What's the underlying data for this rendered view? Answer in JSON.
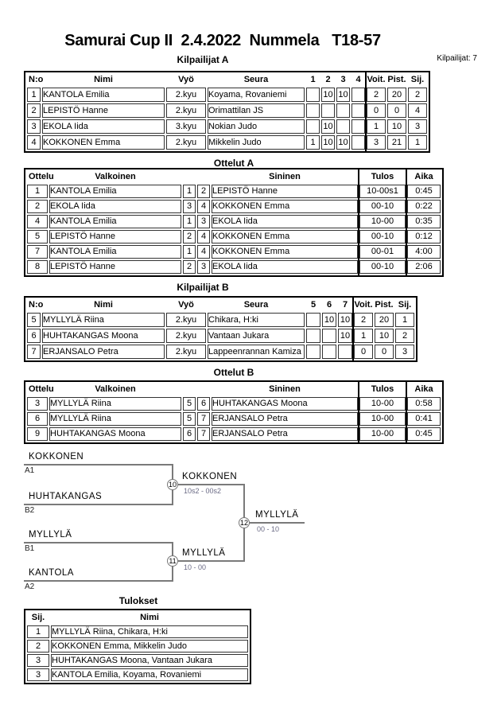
{
  "page": {
    "title": "Samurai Cup II  2.4.2022  Nummela   T18-57",
    "competitors_total": "Kilpailijat: 7"
  },
  "colors": {
    "text": "#000000",
    "bracket_line": "#7a7a7a",
    "bracket_score": "#6a6a85",
    "table_border": "#000000"
  },
  "kilpailijat_a": {
    "section_title": "Kilpailijat A",
    "headers": {
      "no": "N:o",
      "nimi": "Nimi",
      "vyo": "Vyö",
      "seura": "Seura",
      "c1": "1",
      "c2": "2",
      "c3": "3",
      "c4": "4",
      "voit": "Voit.",
      "pist": "Pist.",
      "sij": "Sij."
    },
    "rows": [
      {
        "no": "1",
        "nimi": "KANTOLA Emilia",
        "vyo": "2.kyu",
        "seura": "Koyama, Rovaniemi",
        "m1": "",
        "m2": "10",
        "m3": "10",
        "m4": "",
        "voit": "2",
        "pist": "20",
        "sij": "2"
      },
      {
        "no": "2",
        "nimi": "LEPISTÖ Hanne",
        "vyo": "2.kyu",
        "seura": "Orimattilan JS",
        "m1": "",
        "m2": "",
        "m3": "",
        "m4": "",
        "voit": "0",
        "pist": "0",
        "sij": "4"
      },
      {
        "no": "3",
        "nimi": "EKOLA Iida",
        "vyo": "3.kyu",
        "seura": "Nokian Judo",
        "m1": "",
        "m2": "10",
        "m3": "",
        "m4": "",
        "voit": "1",
        "pist": "10",
        "sij": "3"
      },
      {
        "no": "4",
        "nimi": "KOKKONEN Emma",
        "vyo": "2.kyu",
        "seura": "Mikkelin Judo",
        "m1": "1",
        "m2": "10",
        "m3": "10",
        "m4": "",
        "voit": "3",
        "pist": "21",
        "sij": "1"
      }
    ]
  },
  "ottelut_a": {
    "section_title": "Ottelut A",
    "headers": {
      "ottelu": "Ottelu",
      "valkoinen": "Valkoinen",
      "sininen": "Sininen",
      "tulos": "Tulos",
      "aika": "Aika"
    },
    "rows": [
      {
        "no": "1",
        "white": "KANTOLA Emilia",
        "wno": "1",
        "bno": "2",
        "blue": "LEPISTÖ Hanne",
        "tulos": "10-00s1",
        "aika": "0:45"
      },
      {
        "no": "2",
        "white": "EKOLA Iida",
        "wno": "3",
        "bno": "4",
        "blue": "KOKKONEN Emma",
        "tulos": "00-10",
        "aika": "0:22"
      },
      {
        "no": "4",
        "white": "KANTOLA Emilia",
        "wno": "1",
        "bno": "3",
        "blue": "EKOLA Iida",
        "tulos": "10-00",
        "aika": "0:35"
      },
      {
        "no": "5",
        "white": "LEPISTÖ Hanne",
        "wno": "2",
        "bno": "4",
        "blue": "KOKKONEN Emma",
        "tulos": "00-10",
        "aika": "0:12"
      },
      {
        "no": "7",
        "white": "KANTOLA Emilia",
        "wno": "1",
        "bno": "4",
        "blue": "KOKKONEN Emma",
        "tulos": "00-01",
        "aika": "4:00"
      },
      {
        "no": "8",
        "white": "LEPISTÖ Hanne",
        "wno": "2",
        "bno": "3",
        "blue": "EKOLA Iida",
        "tulos": "00-10",
        "aika": "2:06"
      }
    ]
  },
  "kilpailijat_b": {
    "section_title": "Kilpailijat B",
    "headers": {
      "no": "N:o",
      "nimi": "Nimi",
      "vyo": "Vyö",
      "seura": "Seura",
      "c5": "5",
      "c6": "6",
      "c7": "7",
      "voit": "Voit.",
      "pist": "Pist.",
      "sij": "Sij."
    },
    "rows": [
      {
        "no": "5",
        "nimi": "MYLLYLÄ Riina",
        "vyo": "2.kyu",
        "seura": "Chikara, H:ki",
        "m5": "",
        "m6": "10",
        "m7": "10",
        "voit": "2",
        "pist": "20",
        "sij": "1"
      },
      {
        "no": "6",
        "nimi": "HUHTAKANGAS Moona",
        "vyo": "2.kyu",
        "seura": "Vantaan Jukara",
        "m5": "",
        "m6": "",
        "m7": "10",
        "voit": "1",
        "pist": "10",
        "sij": "2"
      },
      {
        "no": "7",
        "nimi": "ERJANSALO Petra",
        "vyo": "2.kyu",
        "seura": "Lappeenrannan Kamiza",
        "m5": "",
        "m6": "",
        "m7": "",
        "voit": "0",
        "pist": "0",
        "sij": "3"
      }
    ]
  },
  "ottelut_b": {
    "section_title": "Ottelut B",
    "headers": {
      "ottelu": "Ottelu",
      "valkoinen": "Valkoinen",
      "sininen": "Sininen",
      "tulos": "Tulos",
      "aika": "Aika"
    },
    "rows": [
      {
        "no": "3",
        "white": "MYLLYLÄ Riina",
        "wno": "5",
        "bno": "6",
        "blue": "HUHTAKANGAS Moona",
        "tulos": "10-00",
        "aika": "0:58"
      },
      {
        "no": "6",
        "white": "MYLLYLÄ Riina",
        "wno": "5",
        "bno": "7",
        "blue": "ERJANSALO Petra",
        "tulos": "10-00",
        "aika": "0:41"
      },
      {
        "no": "9",
        "white": "HUHTAKANGAS Moona",
        "wno": "6",
        "bno": "7",
        "blue": "ERJANSALO Petra",
        "tulos": "10-00",
        "aika": "0:45"
      }
    ]
  },
  "bracket": {
    "slots": [
      {
        "name": "KOKKONEN",
        "seed": "A1"
      },
      {
        "name": "HUHTAKANGAS",
        "seed": "B2"
      },
      {
        "name": "MYLLYLÄ",
        "seed": "B1"
      },
      {
        "name": "KANTOLA",
        "seed": "A2"
      }
    ],
    "matches": [
      {
        "number": "10",
        "winner": "KOKKONEN",
        "score": "10s2 - 00s2"
      },
      {
        "number": "11",
        "winner": "MYLLYLÄ",
        "score": "10 - 00"
      },
      {
        "number": "12",
        "winner": "MYLLYLÄ",
        "score": "00 - 10"
      }
    ]
  },
  "tulokset": {
    "section_title": "Tulokset",
    "headers": {
      "sij": "Sij.",
      "nimi": "Nimi"
    },
    "rows": [
      {
        "sij": "1",
        "nimi": "MYLLYLÄ Riina, Chikara, H:ki"
      },
      {
        "sij": "2",
        "nimi": "KOKKONEN Emma, Mikkelin Judo"
      },
      {
        "sij": "3",
        "nimi": "HUHTAKANGAS Moona, Vantaan Jukara"
      },
      {
        "sij": "3",
        "nimi": "KANTOLA Emilia, Koyama, Rovaniemi"
      }
    ]
  }
}
